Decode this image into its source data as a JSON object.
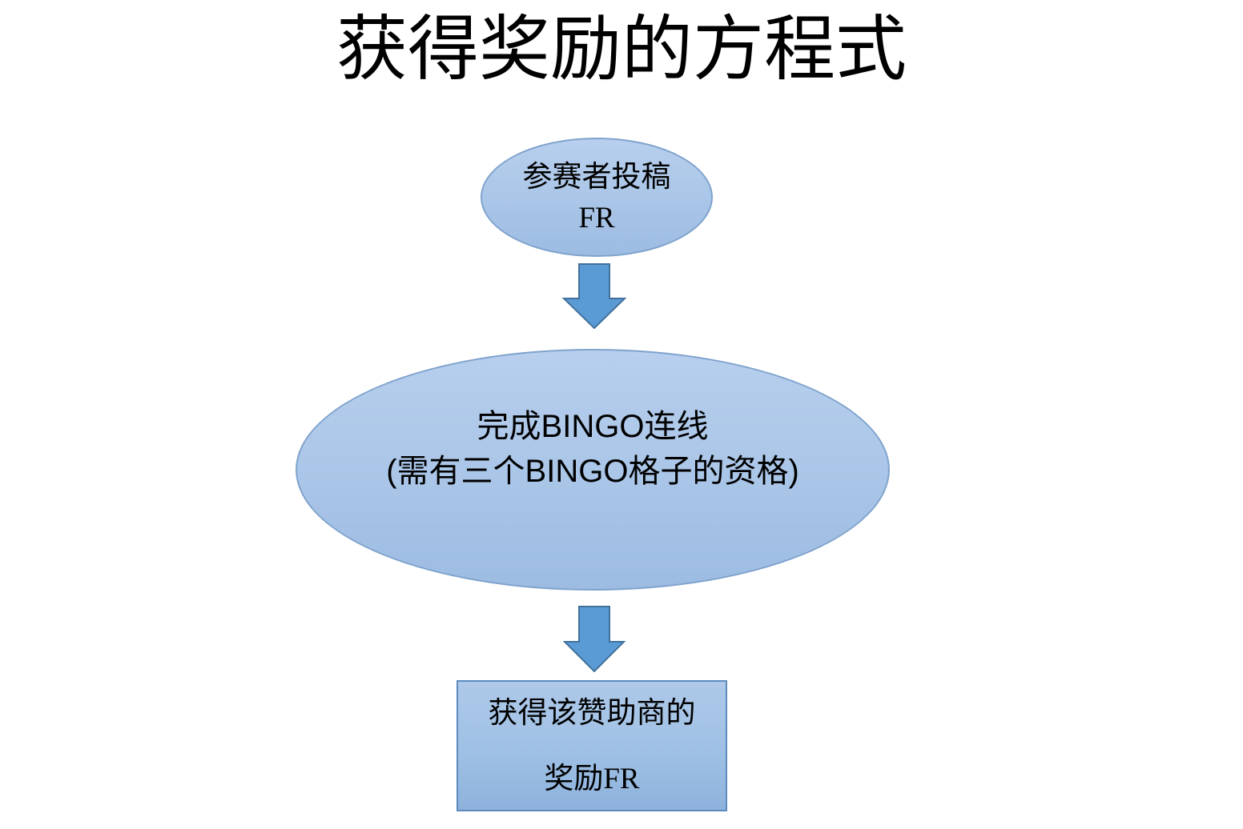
{
  "title": "获得奖励的方程式",
  "nodes": {
    "submission": {
      "line1": "参赛者投稿",
      "line2": "FR"
    },
    "bingo": {
      "line1": "完成BINGO连线",
      "line2": "(需有三个BINGO格子的资格)"
    },
    "reward": {
      "line1": "获得该赞助商的",
      "line2": "奖励FR"
    }
  },
  "icons": {
    "connector": "down-block-arrow"
  },
  "colors": {
    "background": "#ffffff",
    "shape_fill_top": "#b8cfee",
    "shape_fill_bottom": "#9dbce2",
    "shape_border": "#7fa3cc",
    "rect_border": "#5d8bbf",
    "arrow_fill": "#5b9bd5",
    "arrow_border": "#41719c",
    "text": "#000000"
  }
}
